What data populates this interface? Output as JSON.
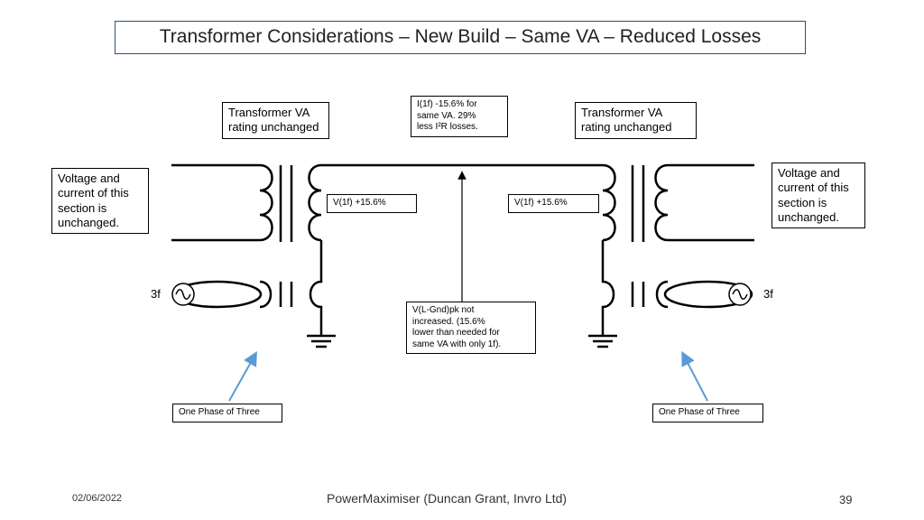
{
  "title": "Transformer Considerations – New Build – Same VA – Reduced Losses",
  "labels": {
    "va_left": [
      "Transformer VA",
      "rating unchanged"
    ],
    "va_right": [
      "Transformer VA",
      "rating unchanged"
    ],
    "current_note": [
      "I(1f) -15.6% for",
      "same VA.  29%",
      "less I²R losses."
    ],
    "voltage_left": [
      "Voltage and",
      "current of this",
      "section is",
      "unchanged."
    ],
    "voltage_right": [
      "Voltage and",
      "current of this",
      "section is",
      "unchanged."
    ],
    "v_left": "V(1f)  +15.6%",
    "v_right": "V(1f)  +15.6%",
    "lgnd_note": [
      "V(L-Gnd)pk not",
      "increased. (15.6%",
      "lower than needed for",
      "same VA with only 1f)."
    ],
    "phase_left": "One Phase of Three",
    "phase_right": "One Phase of Three",
    "three_f_left": "3f",
    "three_f_right": "3f"
  },
  "footer": {
    "date": "02/06/2022",
    "center": "PowerMaximiser  (Duncan Grant, Invro Ltd)",
    "page": "39"
  },
  "colors": {
    "title_border": "#2f4f79",
    "arrow": "#5b9bd5"
  }
}
